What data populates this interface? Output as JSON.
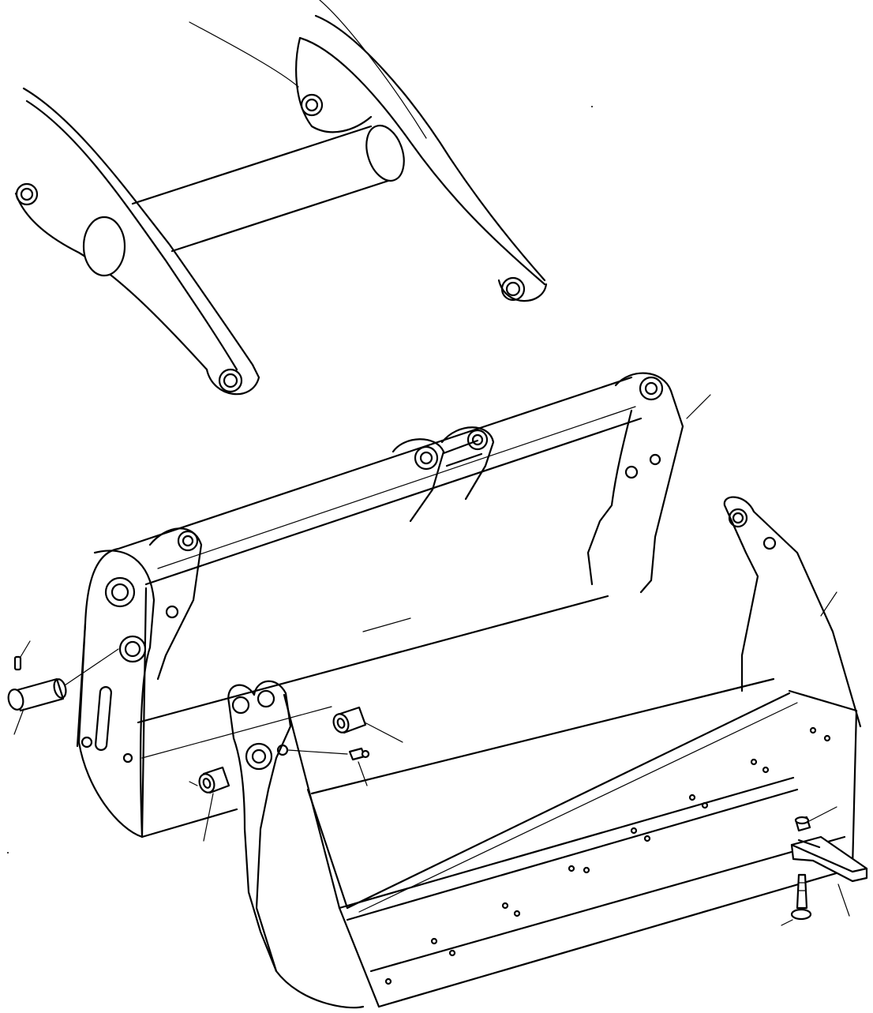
{
  "diagram": {
    "kind": "exploded-parts-drawing",
    "line_color": "#000000",
    "background": "#ffffff",
    "parts": [
      "loader-arm",
      "bucket-rear-frame",
      "bucket-body",
      "pivot-pin",
      "retaining-pin",
      "bushing-left",
      "bushing-right",
      "grease-nipple",
      "tooth-adapter",
      "tooth-bolt",
      "tooth-nut"
    ]
  }
}
